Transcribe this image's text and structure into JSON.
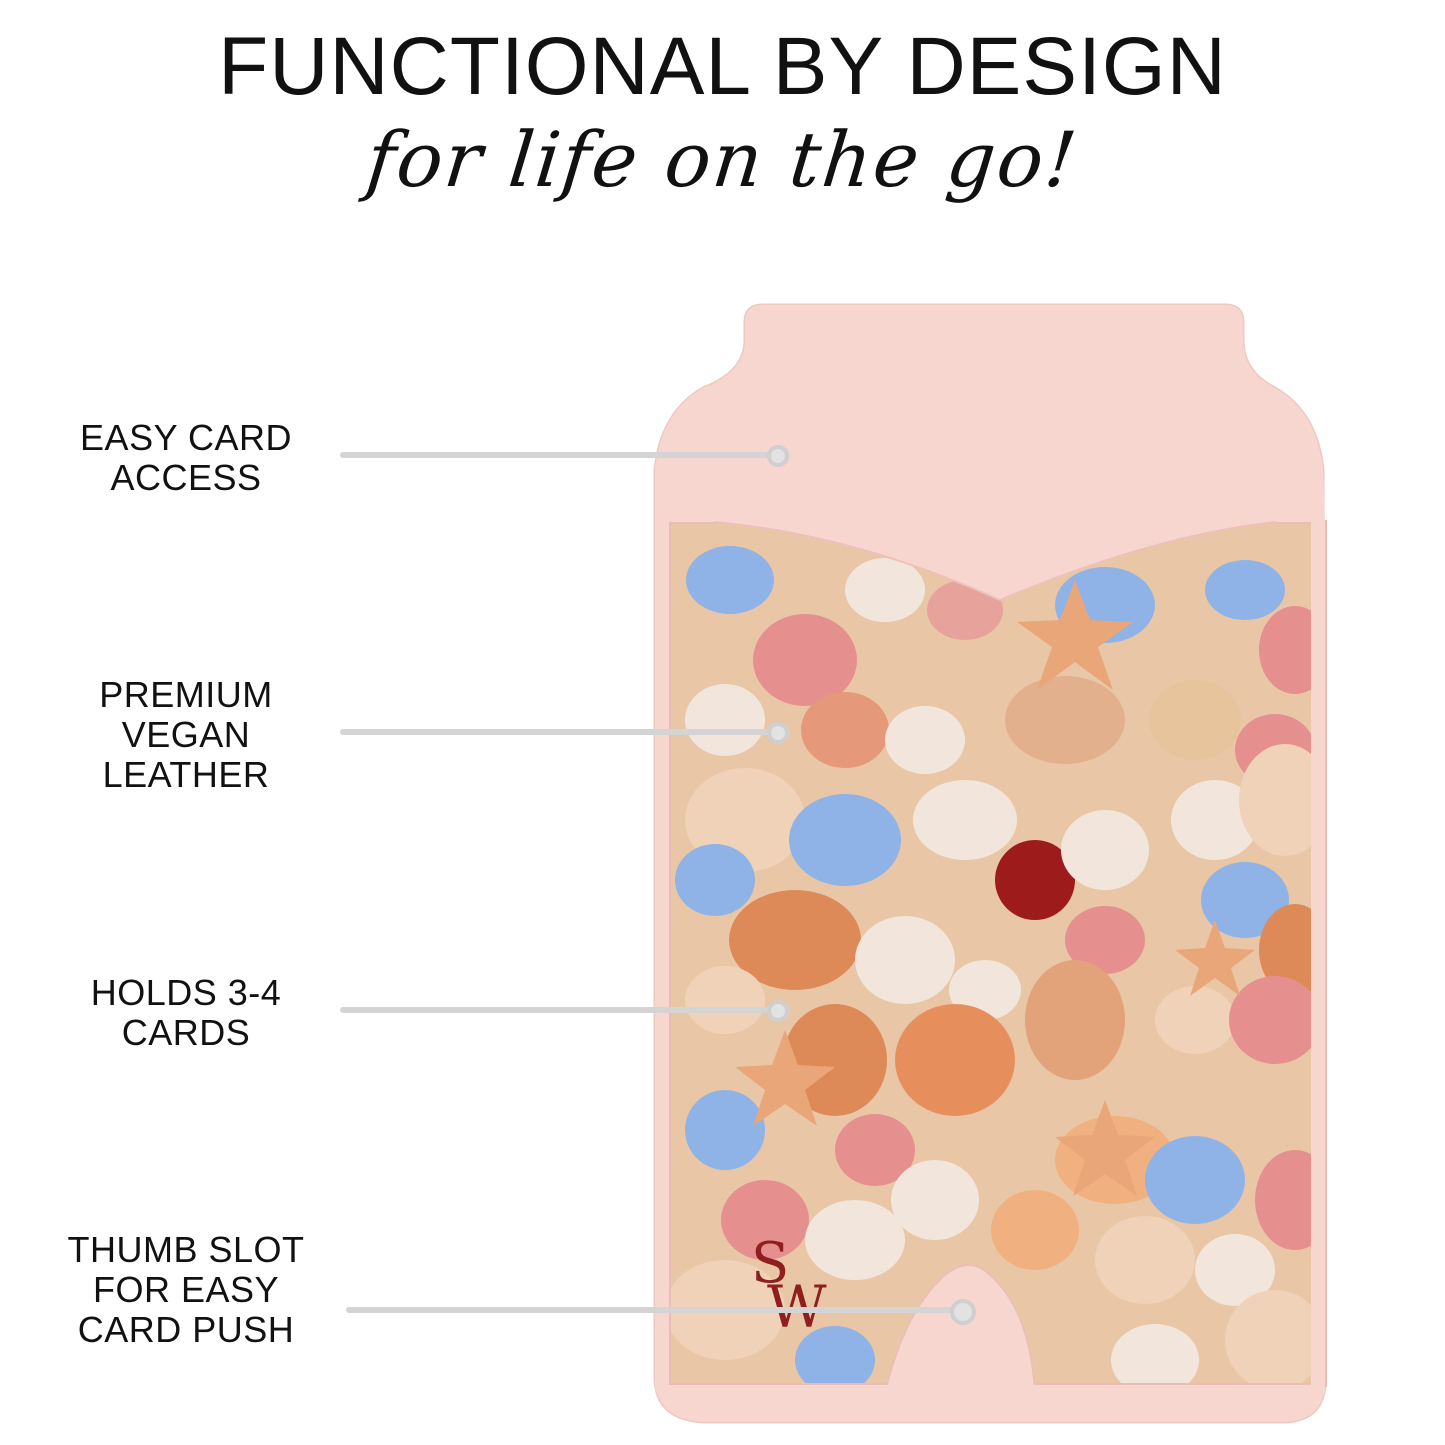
{
  "header": {
    "title": "FUNCTIONAL BY DESIGN",
    "subtitle": "for life on the go!"
  },
  "callouts": [
    {
      "label": "EASY CARD ACCESS"
    },
    {
      "label": "PREMIUM VEGAN LEATHER"
    },
    {
      "label": "HOLDS 3-4 CARDS"
    },
    {
      "label": "THUMB SLOT FOR EASY CARD PUSH"
    }
  ],
  "product": {
    "leather_color": "#f7d6d0",
    "monogram": {
      "s": "S",
      "w": "W",
      "color": "#8f1f1f"
    },
    "pattern": "seashells-on-sand"
  }
}
